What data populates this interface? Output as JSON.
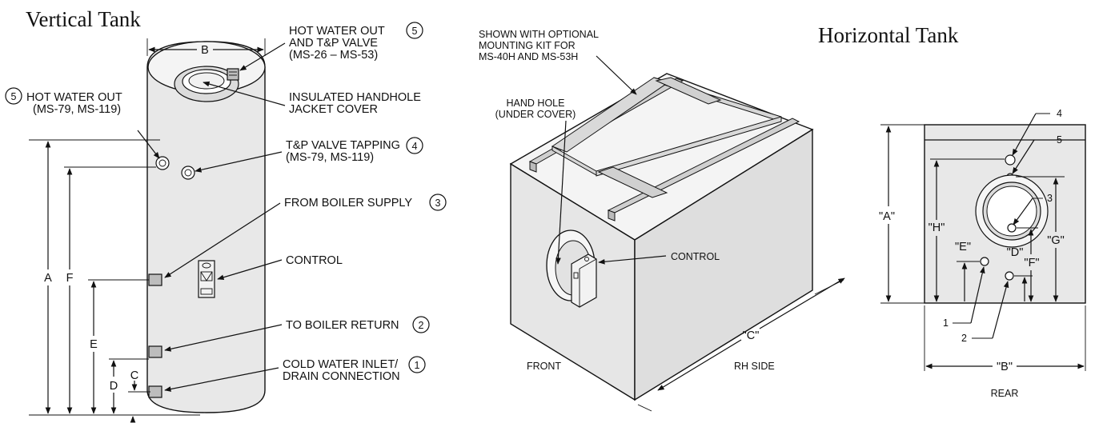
{
  "vertical": {
    "title": "Vertical Tank",
    "dims": {
      "A": "A",
      "B": "B",
      "C": "C",
      "D": "D",
      "E": "E",
      "F": "F"
    },
    "callouts": {
      "hot_out_top_1": "HOT WATER OUT",
      "hot_out_top_2": "AND T&P VALVE",
      "hot_out_top_3": "(MS-26 – MS-53)",
      "hot_out_top_num": "5",
      "hot_out_side_1": "HOT WATER OUT",
      "hot_out_side_2": "(MS-79, MS-119)",
      "hot_out_side_num": "5",
      "handhole_1": "INSULATED HANDHOLE",
      "handhole_2": "JACKET COVER",
      "tp_1": "T&P VALVE TAPPING",
      "tp_2": "(MS-79, MS-119)",
      "tp_num": "4",
      "supply": "FROM BOILER SUPPLY",
      "supply_num": "3",
      "control": "CONTROL",
      "return": "TO BOILER RETURN",
      "return_num": "2",
      "cold_1": "COLD WATER INLET/",
      "cold_2": "DRAIN CONNECTION",
      "cold_num": "1"
    }
  },
  "horizontal": {
    "title": "Horizontal Tank",
    "kit_1": "SHOWN WITH OPTIONAL",
    "kit_2": "MOUNTING KIT FOR",
    "kit_3": "MS-40H AND MS-53H",
    "hand_1": "HAND HOLE",
    "hand_2": "(UNDER COVER)",
    "control": "CONTROL",
    "front": "FRONT",
    "rh_side": "RH SIDE",
    "dim_c": "\"C\"",
    "rear": {
      "label": "REAR",
      "dims": {
        "A": "\"A\"",
        "B": "\"B\"",
        "D": "\"D\"",
        "E": "\"E\"",
        "F": "\"F\"",
        "G": "\"G\"",
        "H": "\"H\""
      },
      "nums": {
        "n1": "1",
        "n2": "2",
        "n3": "3",
        "n4": "4",
        "n5": "5"
      }
    }
  }
}
